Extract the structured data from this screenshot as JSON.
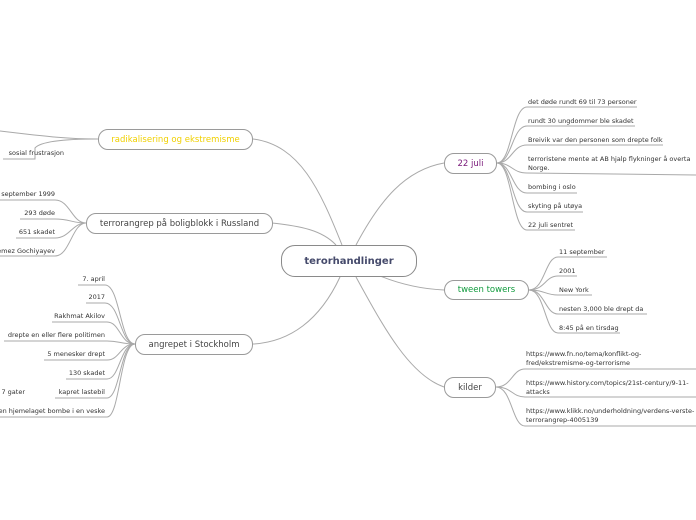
{
  "colors": {
    "connector": "#a9a9a9",
    "root_text": "#454a6b",
    "radikalisering": "#f0d000",
    "22_juli": "#7a1a7a",
    "tween_towers": "#0f9a3c",
    "default_topic": "#444444"
  },
  "root": {
    "label": "terorhandlinger"
  },
  "topics": {
    "radikalisering": {
      "label": "radikalisering og ekstremisme",
      "leaves": [
        "sosial frustrasjon"
      ]
    },
    "russland": {
      "label": "terrorangrep på boligblokk i Russland",
      "leaves": [
        "september 1999",
        "293 døde",
        "651 skadet",
        "emez Gochiyayev"
      ]
    },
    "stockholm": {
      "label": "angrepet i Stockholm",
      "leaves": [
        "7. april",
        "2017",
        "Rakhmat Akilov",
        "drepte en eller flere politimen",
        "5 menesker drept",
        "130 skadet",
        "kapret lastebil",
        "7 gater",
        "en hjemelaget bombe i en veske"
      ]
    },
    "juli22": {
      "label": "22 juli",
      "leaves": [
        "det døde rundt 69 til 73 personer",
        "rundt 30 ungdommer ble skadet",
        "Breivik var den personen som drepte folk",
        "terroristene mente at AB hjalp flykninger å overta Norge.",
        "bombing i oslo",
        "skyting på utøya",
        "22 juli sentret"
      ]
    },
    "tween": {
      "label": "tween towers",
      "leaves": [
        "11 september",
        "2001",
        "New York",
        "nesten 3,000 ble drept da",
        "8:45 på en tirsdag"
      ]
    },
    "kilder": {
      "label": "kilder",
      "leaves": [
        "https://www.fn.no/tema/konflikt-og-fred/ekstremisme-og-terrorisme",
        "https://www.history.com/topics/21st-century/9-11-attacks",
        "https://www.klikk.no/underholdning/verdens-verste-terrorangrep-4005139"
      ]
    }
  }
}
